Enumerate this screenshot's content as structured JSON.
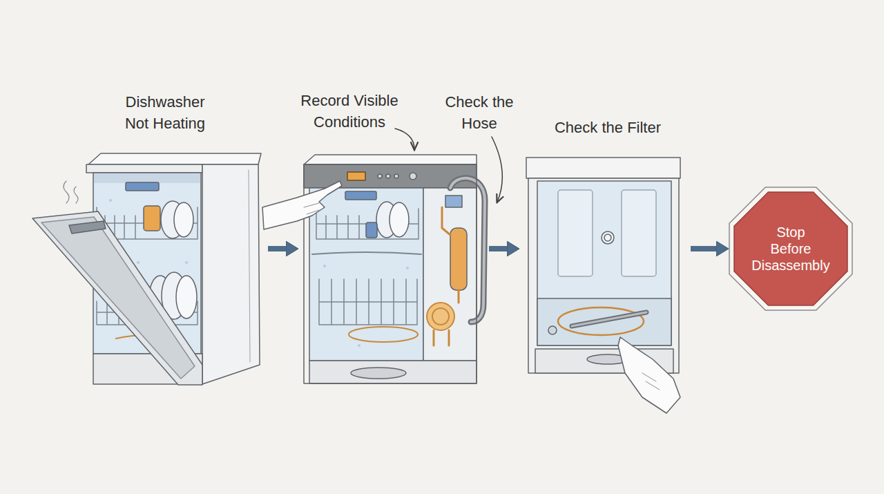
{
  "diagram": {
    "nodes": [
      {
        "text": [
          "Dishwasher Not Heating"
        ]
      },
      {
        "text": [
          "Record Visible Conditions"
        ]
      },
      {
        "text": [
          "Check the Filter"
        ]
      },
      {
        "text": [
          "Stop Before Disassembly"
        ]
      }
    ],
    "edges": [
      {
        "from": 0,
        "to": 1,
        "arrow": "to"
      },
      {
        "from": 1,
        "to": 2,
        "arrow": "to"
      },
      {
        "from": 2,
        "to": 3,
        "arrow": "to"
      }
    ],
    "labels": [
      "Check the Hose"
    ]
  }
}
